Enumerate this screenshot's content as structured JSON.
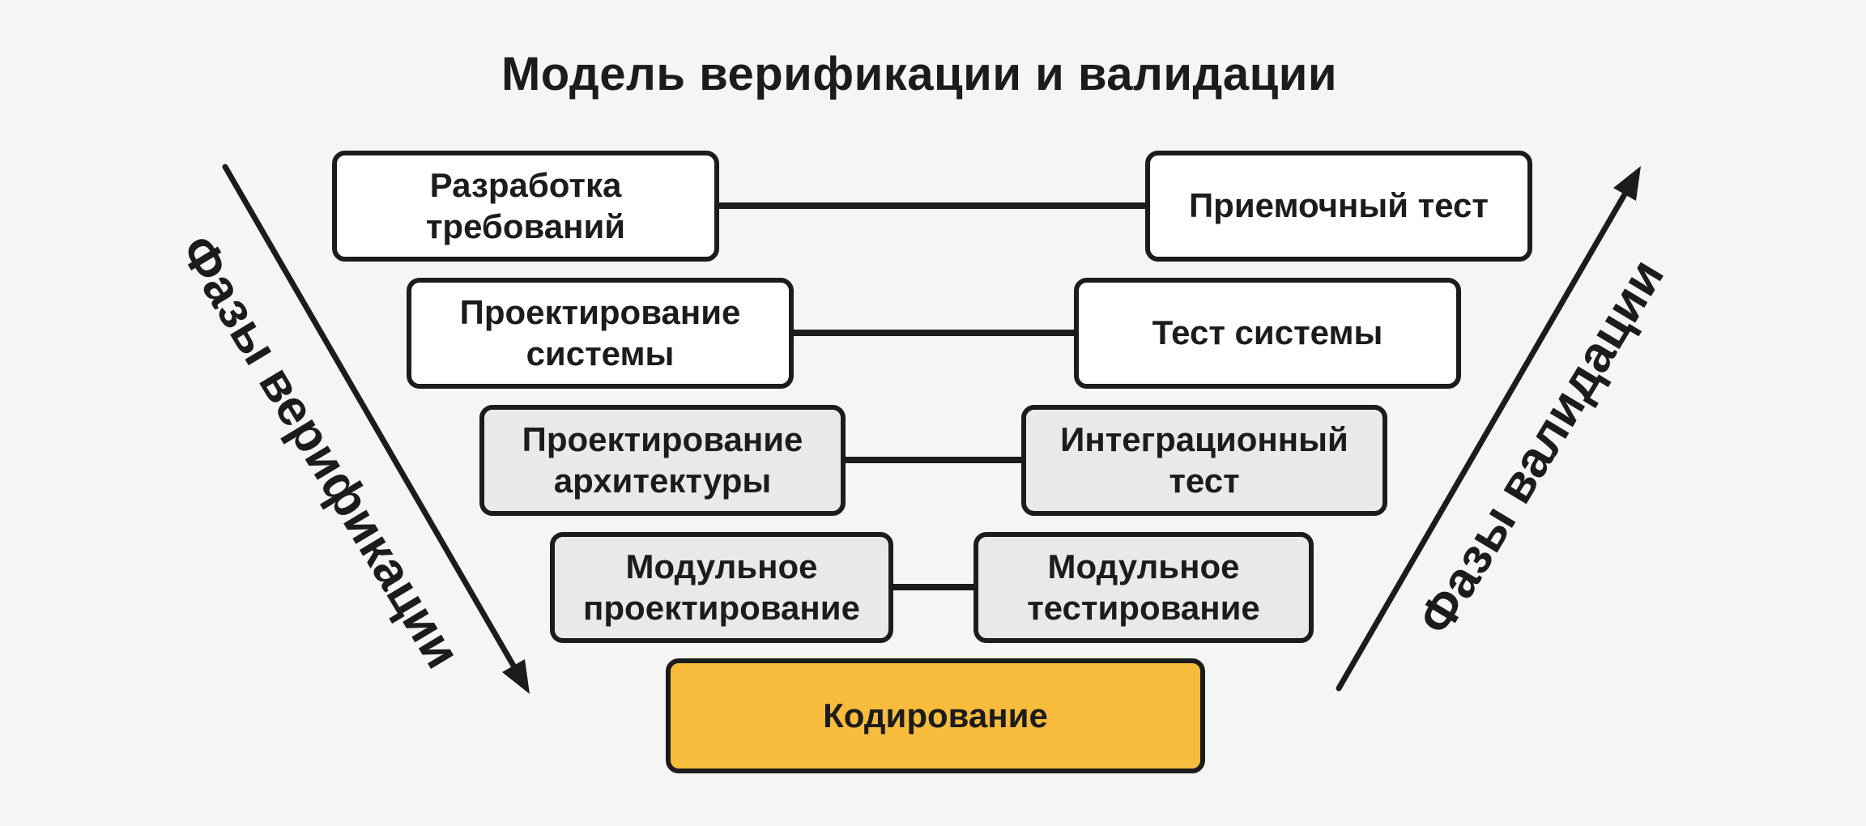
{
  "title": "Модель верификации и валидации",
  "axes": {
    "verification": "Фазы верификации",
    "validation": "Фазы валидации"
  },
  "stages": {
    "requirements": "Разработка требований",
    "acceptance_test": "Приемочный тест",
    "system_design": "Проектирование системы",
    "system_test": "Тест системы",
    "architecture_design": "Проектирование архитектуры",
    "integration_test": "Интеграционный тест",
    "module_design": "Модульное проектирование",
    "module_test": "Модульное тестирование",
    "coding": "Кодирование"
  },
  "colors": {
    "background": "#f5f5f5",
    "box_white": "#ffffff",
    "box_gray": "#e9e9e9",
    "box_accent": "#f8bc3d",
    "ink": "#1c1c1c"
  }
}
